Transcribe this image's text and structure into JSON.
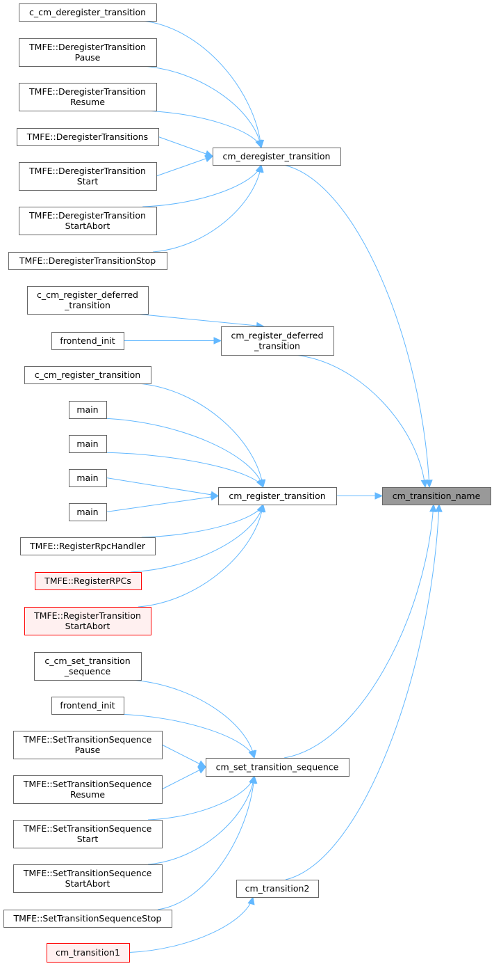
{
  "colors": {
    "edge": "#63b8ff",
    "node_border": "#666666",
    "node_fill": "#ffffff",
    "focus_fill": "#999999",
    "highlight_border": "#ff0000",
    "highlight_fill": "#fff0f0"
  },
  "nodes": {
    "c_cm_deregister_transition": "c_cm_deregister_transition",
    "tmfe_dereg_pause": [
      "TMFE::DeregisterTransition",
      "Pause"
    ],
    "tmfe_dereg_resume": [
      "TMFE::DeregisterTransition",
      "Resume"
    ],
    "tmfe_dereg_transitions": "TMFE::DeregisterTransitions",
    "tmfe_dereg_start": [
      "TMFE::DeregisterTransition",
      "Start"
    ],
    "tmfe_dereg_startabort": [
      "TMFE::DeregisterTransition",
      "StartAbort"
    ],
    "tmfe_dereg_stop": "TMFE::DeregisterTransitionStop",
    "cm_deregister_transition": "cm_deregister_transition",
    "c_cm_register_deferred_transition": [
      "c_cm_register_deferred",
      "_transition"
    ],
    "frontend_init_1": "frontend_init",
    "cm_register_deferred_transition": [
      "cm_register_deferred",
      "_transition"
    ],
    "c_cm_register_transition": "c_cm_register_transition",
    "main_1": "main",
    "main_2": "main",
    "main_3": "main",
    "main_4": "main",
    "tmfe_register_rpc_handler": "TMFE::RegisterRpcHandler",
    "tmfe_register_rpcs": "TMFE::RegisterRPCs",
    "tmfe_register_transition_startabort": [
      "TMFE::RegisterTransition",
      "StartAbort"
    ],
    "cm_register_transition": "cm_register_transition",
    "cm_transition_name": "cm_transition_name",
    "c_cm_set_transition_sequence": [
      "c_cm_set_transition",
      "_sequence"
    ],
    "frontend_init_2": "frontend_init",
    "tmfe_seq_pause": [
      "TMFE::SetTransitionSequence",
      "Pause"
    ],
    "tmfe_seq_resume": [
      "TMFE::SetTransitionSequence",
      "Resume"
    ],
    "tmfe_seq_start": [
      "TMFE::SetTransitionSequence",
      "Start"
    ],
    "tmfe_seq_startabort": [
      "TMFE::SetTransitionSequence",
      "StartAbort"
    ],
    "tmfe_seq_stop": "TMFE::SetTransitionSequenceStop",
    "cm_set_transition_sequence": "cm_set_transition_sequence",
    "cm_transition2": "cm_transition2",
    "cm_transition1": "cm_transition1"
  },
  "highlighted": [
    "tmfe_register_rpcs",
    "tmfe_register_transition_startabort",
    "cm_transition1"
  ],
  "focus": "cm_transition_name",
  "edges": [
    [
      "c_cm_deregister_transition",
      "cm_deregister_transition"
    ],
    [
      "tmfe_dereg_pause",
      "cm_deregister_transition"
    ],
    [
      "tmfe_dereg_resume",
      "cm_deregister_transition"
    ],
    [
      "tmfe_dereg_transitions",
      "cm_deregister_transition"
    ],
    [
      "tmfe_dereg_start",
      "cm_deregister_transition"
    ],
    [
      "tmfe_dereg_startabort",
      "cm_deregister_transition"
    ],
    [
      "tmfe_dereg_stop",
      "cm_deregister_transition"
    ],
    [
      "c_cm_register_deferred_transition",
      "cm_register_deferred_transition"
    ],
    [
      "frontend_init_1",
      "cm_register_deferred_transition"
    ],
    [
      "c_cm_register_transition",
      "cm_register_transition"
    ],
    [
      "main_1",
      "cm_register_transition"
    ],
    [
      "main_2",
      "cm_register_transition"
    ],
    [
      "main_3",
      "cm_register_transition"
    ],
    [
      "main_4",
      "cm_register_transition"
    ],
    [
      "tmfe_register_rpc_handler",
      "cm_register_transition"
    ],
    [
      "tmfe_register_rpcs",
      "cm_register_transition"
    ],
    [
      "tmfe_register_transition_startabort",
      "cm_register_transition"
    ],
    [
      "c_cm_set_transition_sequence",
      "cm_set_transition_sequence"
    ],
    [
      "frontend_init_2",
      "cm_set_transition_sequence"
    ],
    [
      "tmfe_seq_pause",
      "cm_set_transition_sequence"
    ],
    [
      "tmfe_seq_resume",
      "cm_set_transition_sequence"
    ],
    [
      "tmfe_seq_start",
      "cm_set_transition_sequence"
    ],
    [
      "tmfe_seq_startabort",
      "cm_set_transition_sequence"
    ],
    [
      "tmfe_seq_stop",
      "cm_set_transition_sequence"
    ],
    [
      "cm_transition1",
      "cm_transition2"
    ],
    [
      "cm_deregister_transition",
      "cm_transition_name"
    ],
    [
      "cm_register_deferred_transition",
      "cm_transition_name"
    ],
    [
      "cm_register_transition",
      "cm_transition_name"
    ],
    [
      "cm_set_transition_sequence",
      "cm_transition_name"
    ],
    [
      "cm_transition2",
      "cm_transition_name"
    ]
  ]
}
